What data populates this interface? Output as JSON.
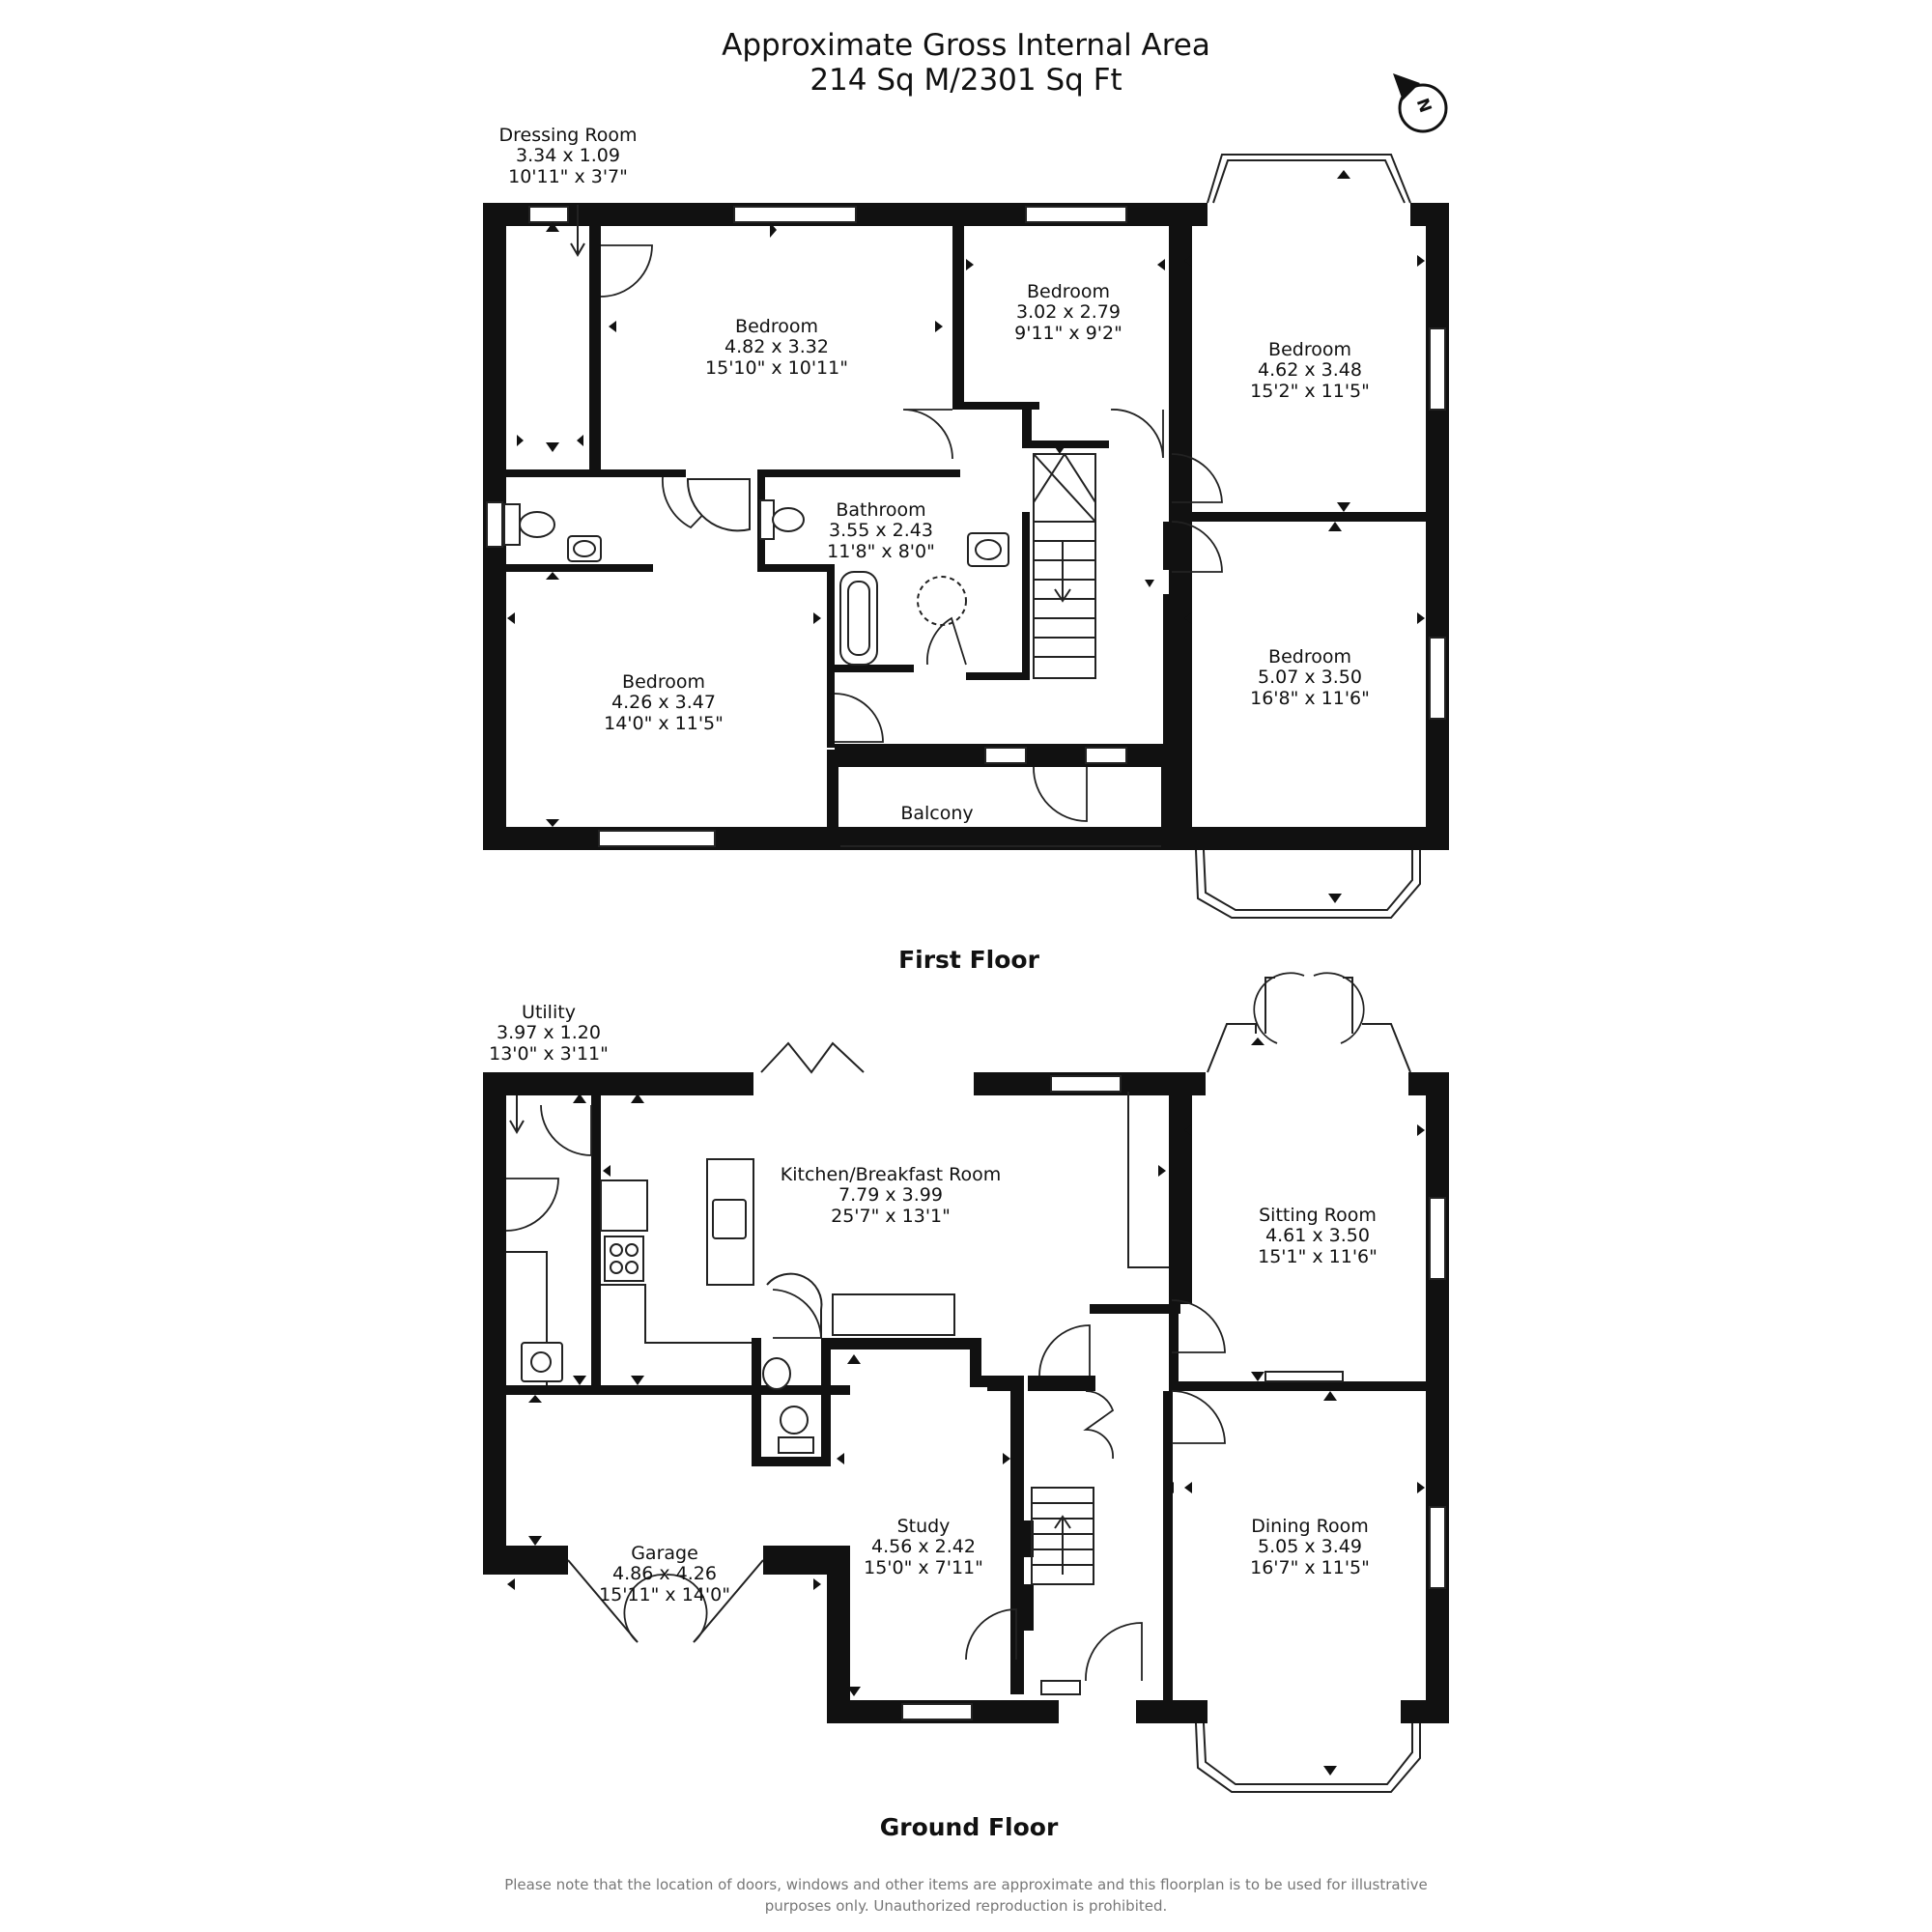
{
  "header": {
    "title": "Approximate Gross Internal Area",
    "area": "214 Sq M/2301 Sq Ft"
  },
  "compass": {
    "label": "N"
  },
  "first_floor": {
    "label": "First Floor",
    "rooms": {
      "dressing": {
        "name": "Dressing Room",
        "metric": "3.34 x 1.09",
        "imperial": "10'11\" x 3'7\""
      },
      "bedroom_a": {
        "name": "Bedroom",
        "metric": "4.82 x 3.32",
        "imperial": "15'10\" x 10'11\""
      },
      "bedroom_b": {
        "name": "Bedroom",
        "metric": "3.02 x 2.79",
        "imperial": "9'11\" x 9'2\""
      },
      "bedroom_c": {
        "name": "Bedroom",
        "metric": "4.62 x 3.48",
        "imperial": "15'2\" x 11'5\""
      },
      "bathroom": {
        "name": "Bathroom",
        "metric": "3.55 x 2.43",
        "imperial": "11'8\" x 8'0\""
      },
      "bedroom_d": {
        "name": "Bedroom",
        "metric": "5.07 x 3.50",
        "imperial": "16'8\" x 11'6\""
      },
      "bedroom_e": {
        "name": "Bedroom",
        "metric": "4.26 x 3.47",
        "imperial": "14'0\" x 11'5\""
      },
      "balcony": {
        "name": "Balcony"
      }
    }
  },
  "ground_floor": {
    "label": "Ground Floor",
    "rooms": {
      "utility": {
        "name": "Utility",
        "metric": "3.97 x 1.20",
        "imperial": "13'0\" x 3'11\""
      },
      "kitchen": {
        "name": "Kitchen/Breakfast Room",
        "metric": "7.79 x 3.99",
        "imperial": "25'7\" x 13'1\""
      },
      "sitting": {
        "name": "Sitting Room",
        "metric": "4.61 x 3.50",
        "imperial": "15'1\" x 11'6\""
      },
      "garage": {
        "name": "Garage",
        "metric": "4.86 x 4.26",
        "imperial": "15'11\" x 14'0\""
      },
      "study": {
        "name": "Study",
        "metric": "4.56 x 2.42",
        "imperial": "15'0\" x 7'11\""
      },
      "dining": {
        "name": "Dining Room",
        "metric": "5.05 x 3.49",
        "imperial": "16'7\" x 11'5\""
      }
    }
  },
  "disclaimer": "Please note that the location of doors, windows and other items are approximate and this floorplan is to be used for illustrative purposes only. Unauthorized reproduction is prohibited."
}
